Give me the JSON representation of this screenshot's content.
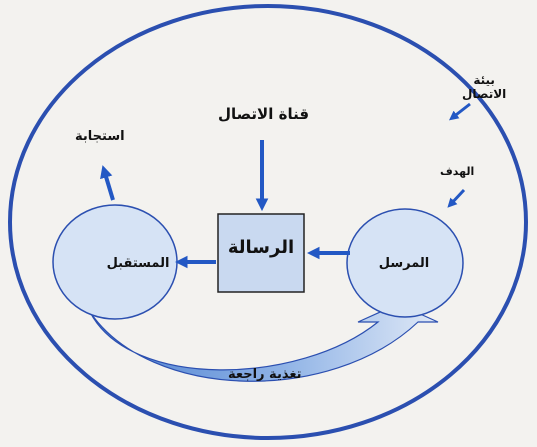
{
  "labels": {
    "environment": "بيئة\nالاتصال",
    "goal": "الهدف",
    "channel": "قناة الاتصال",
    "response": "استجابة",
    "message": "الرسالة",
    "receiver": "المستقبل",
    "sender": "المرسل",
    "feedback": "تغذية راجعة"
  },
  "colors": {
    "outline": "#2b4fb0",
    "node_fill": "#d6e3f5",
    "message_fill": "#c9d9f0",
    "feedback_fill": "#5d8fd6",
    "arrow": "#2358c4"
  }
}
